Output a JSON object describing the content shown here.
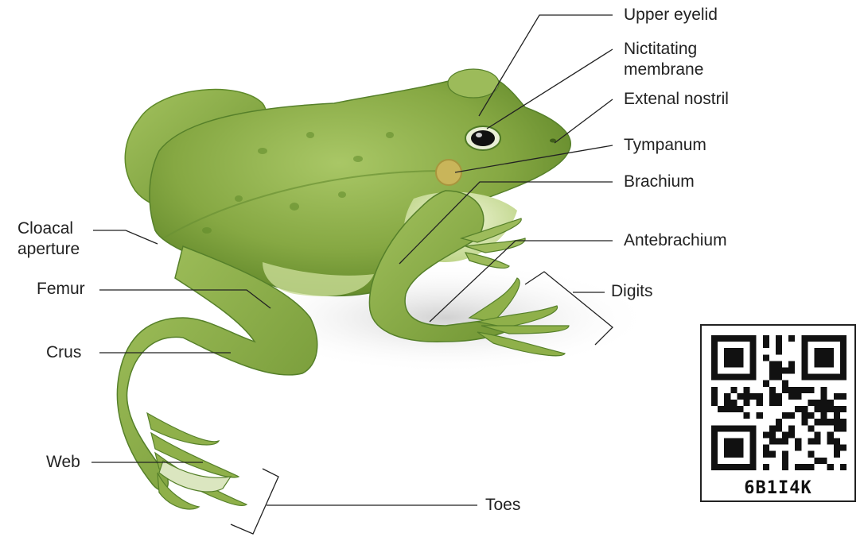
{
  "labels": {
    "upper_eyelid": "Upper eyelid",
    "nictitating_line1": "Nictitating",
    "nictitating_line2": "membrane",
    "external_nostril": "Extenal nostril",
    "tympanum": "Tympanum",
    "brachium": "Brachium",
    "antebrachium": "Antebrachium",
    "digits": "Digits",
    "cloacal_line1": "Cloacal",
    "cloacal_line2": "aperture",
    "femur": "Femur",
    "crus": "Crus",
    "web": "Web",
    "toes": "Toes"
  },
  "qr": {
    "caption": "6B1I4K"
  },
  "colors": {
    "frog_body": "#8fb04a",
    "frog_dark": "#5f8a2a",
    "frog_belly": "#d7e6a8",
    "leader_line": "#222222"
  }
}
